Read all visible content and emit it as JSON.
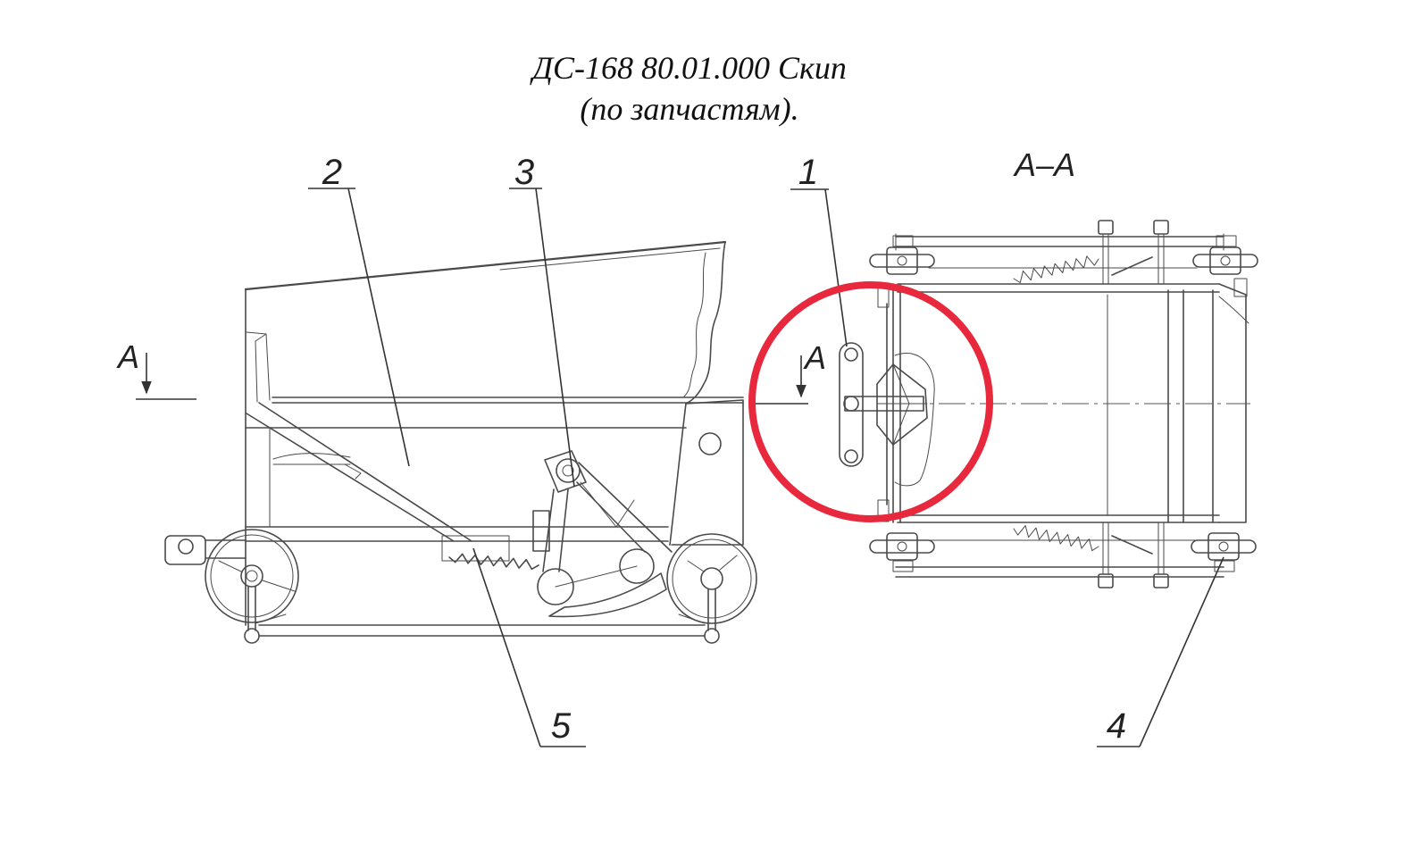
{
  "title": {
    "line1": "ДС-168 80.01.000 Скип",
    "line2": "(по запчастям)."
  },
  "callouts": {
    "part_1": "1",
    "part_2": "2",
    "part_3": "3",
    "part_4": "4",
    "part_5": "5"
  },
  "section": {
    "cut_marker_left": "A",
    "cut_marker_right": "A",
    "view_label": "A–A"
  },
  "colors": {
    "drawing_line": "#4a4a4a",
    "highlight_circle": "#e8283c",
    "background": "#ffffff"
  }
}
